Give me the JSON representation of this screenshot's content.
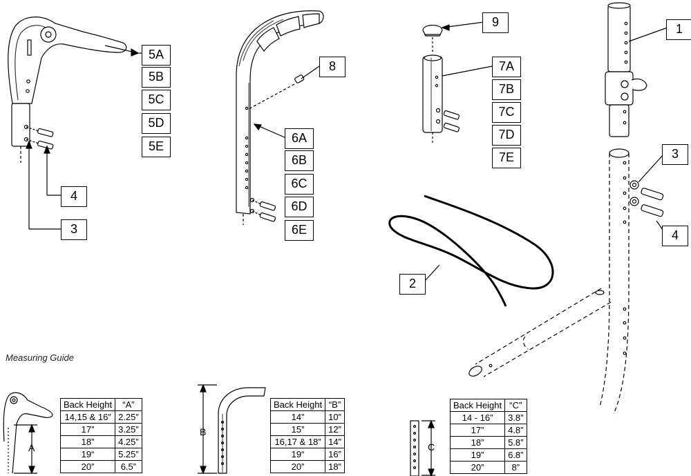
{
  "callouts": {
    "c5A": "5A",
    "c5B": "5B",
    "c5C": "5C",
    "c5D": "5D",
    "c5E": "5E",
    "c6A": "6A",
    "c6B": "6B",
    "c6C": "6C",
    "c6D": "6D",
    "c6E": "6E",
    "c7A": "7A",
    "c7B": "7B",
    "c7C": "7C",
    "c7D": "7D",
    "c7E": "7E",
    "c1": "1",
    "c2": "2",
    "c3a": "3",
    "c3b": "3",
    "c4a": "4",
    "c4b": "4",
    "c8": "8",
    "c9": "9"
  },
  "guide": {
    "title": "Measuring Guide",
    "dim_a": "A",
    "dim_b": "B",
    "dim_c": "C",
    "table_a": {
      "headers": [
        "Back Height",
        "“A”"
      ],
      "rows": [
        [
          "14,15 & 16”",
          "2.25”"
        ],
        [
          "17”",
          "3.25”"
        ],
        [
          "18”",
          "4.25”"
        ],
        [
          "19“",
          "5.25”"
        ],
        [
          "20”",
          "6.5”"
        ]
      ]
    },
    "table_b": {
      "headers": [
        "Back Height",
        "“B”"
      ],
      "rows": [
        [
          "14”",
          "10”"
        ],
        [
          "15”",
          "12”"
        ],
        [
          "16,17 & 18”",
          "14”"
        ],
        [
          "19“",
          "16”"
        ],
        [
          "20”",
          "18”"
        ]
      ]
    },
    "table_c": {
      "headers": [
        "Back Height",
        "“C”"
      ],
      "rows": [
        [
          "14 - 16”",
          "3.8”"
        ],
        [
          "17”",
          "4.8”"
        ],
        [
          "18”",
          "5.8”"
        ],
        [
          "19”",
          "6.8”"
        ],
        [
          "20”",
          "8”"
        ]
      ]
    }
  }
}
